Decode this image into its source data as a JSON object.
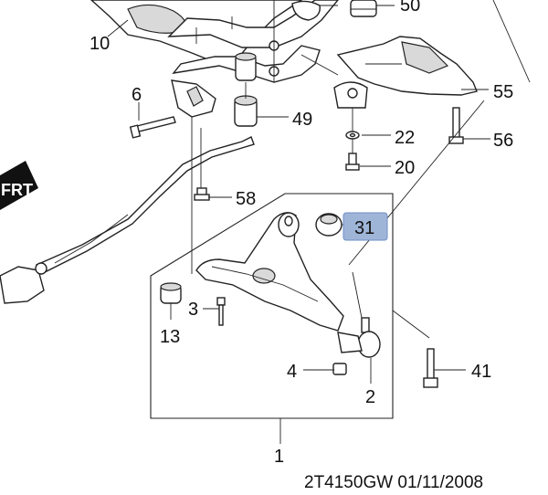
{
  "diagram": {
    "callouts": {
      "c10": "10",
      "c50": "50",
      "c6": "6",
      "c49": "49",
      "c55": "55",
      "c22": "22",
      "c56": "56",
      "c20": "20",
      "c58": "58",
      "c31": "31",
      "c3": "3",
      "c13": "13",
      "c4": "4",
      "c41": "41",
      "c2": "2",
      "c1": "1"
    },
    "arrow_label": "FRT",
    "drawing_code": "2T4150GW 01/11/2008",
    "highlight_color": "#9fb5d8"
  }
}
